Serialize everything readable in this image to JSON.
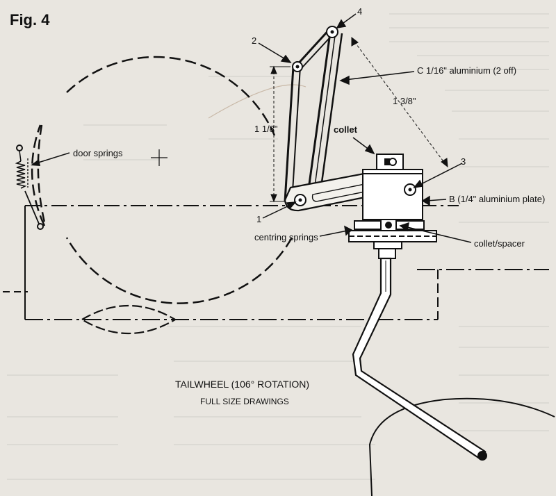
{
  "figure": {
    "title": "Fig. 4",
    "caption_line1": "TAILWHEEL (106° ROTATION)",
    "caption_line2": "FULL SIZE DRAWINGS"
  },
  "labels": {
    "door_springs": "door springs",
    "collet": "collet",
    "centring_springs": "centring springs",
    "collet_spacer": "collet/spacer",
    "part_c": "C 1/16\" aluminium (2 off)",
    "part_b": "B (1/4\" aluminium plate)",
    "dim_left": "1 1/8\"",
    "dim_right": "1 3/8\"",
    "n1": "1",
    "n2": "2",
    "n3": "3",
    "n4": "4"
  }
}
